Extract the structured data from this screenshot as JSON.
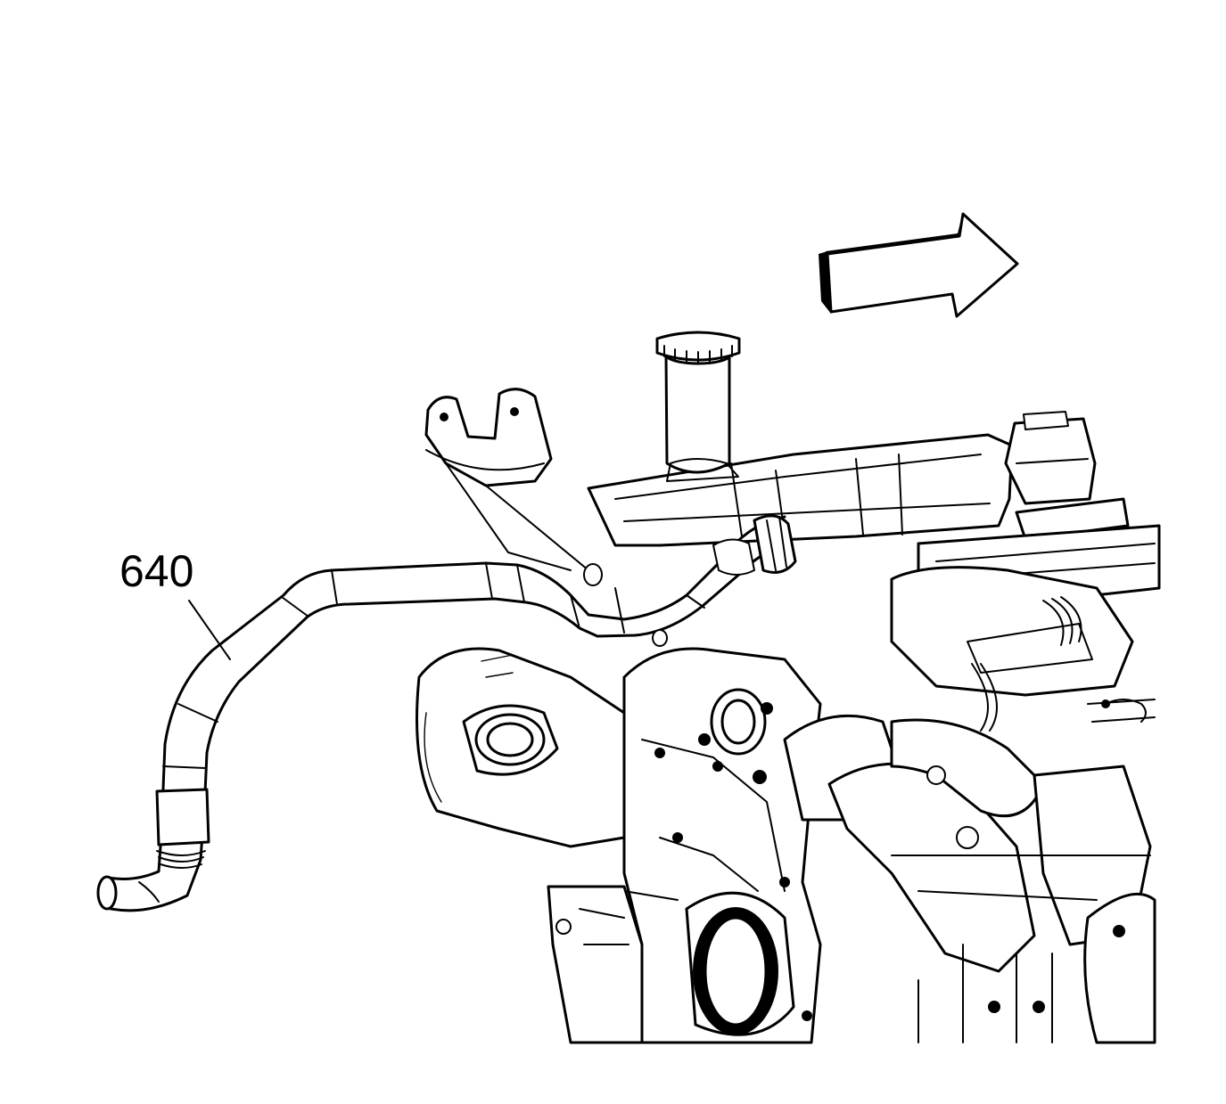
{
  "callouts": [
    {
      "id": "hose",
      "label": "640"
    }
  ],
  "direction_arrow": {
    "meaning": "front-of-vehicle",
    "points": "right"
  },
  "colors": {
    "line": "#000000",
    "background": "#ffffff"
  }
}
